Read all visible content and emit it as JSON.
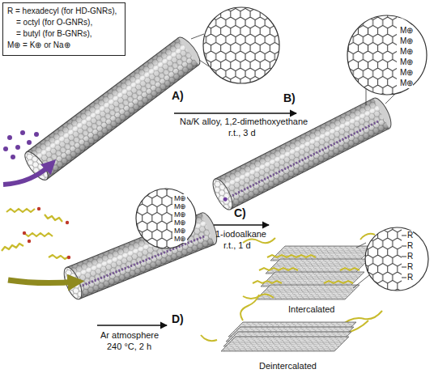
{
  "diagram": {
    "nodes": [
      {
        "text": [
          "R = hexadecyl (for HD-GNRs),",
          "= octyl (for O-GNRs),",
          "= butyl (for B-GNRs),",
          "M⊕ = K⊕ or Na⊕"
        ]
      }
    ],
    "labels": [
      "A)",
      "Na/K alloy, 1,2-dimethoxyethane",
      "r.t., 3 d",
      "B)",
      "M⊕",
      "M⊕",
      "M⊕",
      "M⊕",
      "M⊕",
      "M⊕",
      "M⊕",
      "M⊕",
      "M⊕",
      "M⊕",
      "M⊕",
      "M⊕",
      "1-iodoalkane",
      "r.t., 1 d",
      "C)",
      "Intercalated",
      "R",
      "R",
      "R",
      "R",
      "R",
      "Ar atmosphere",
      "240 °C, 2 h",
      "D)",
      "Deintercalated"
    ]
  }
}
